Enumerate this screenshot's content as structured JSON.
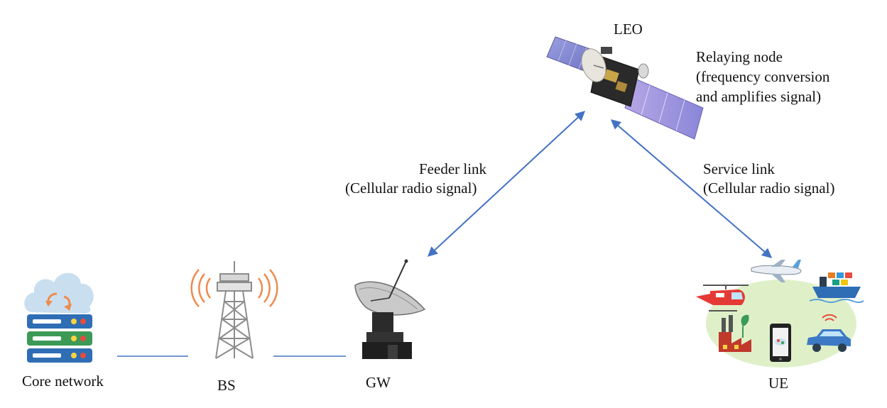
{
  "nodes": {
    "core_network": "Core network",
    "bs": "BS",
    "gw": "GW",
    "ue": "UE",
    "leo": "LEO"
  },
  "relay": {
    "line1": "Relaying node",
    "line2": "(frequency conversion",
    "line3": "and amplifies signal)"
  },
  "feeder_link": {
    "title": "Feeder link",
    "subtitle": "(Cellular radio signal)"
  },
  "service_link": {
    "title": "Service link",
    "subtitle": "(Cellular radio signal)"
  },
  "colors": {
    "link_arrow": "#4472c4",
    "wired_line": "#4472c4",
    "cloud": "#c9dff0",
    "server_blue": "#2f6db5",
    "server_green": "#3c9a56",
    "tower_waves": "#f08a4b",
    "ue_bubble": "#dff0c9",
    "solar_panel": "#7d7fd0"
  },
  "icons": {
    "core_network": "cloud-server-icon",
    "bs": "cell-tower-icon",
    "gw": "satellite-dish-icon",
    "leo": "satellite-icon",
    "ue_items": [
      "helicopter-icon",
      "airplane-icon",
      "ship-icon",
      "factory-icon",
      "smartphone-icon",
      "car-icon"
    ]
  }
}
